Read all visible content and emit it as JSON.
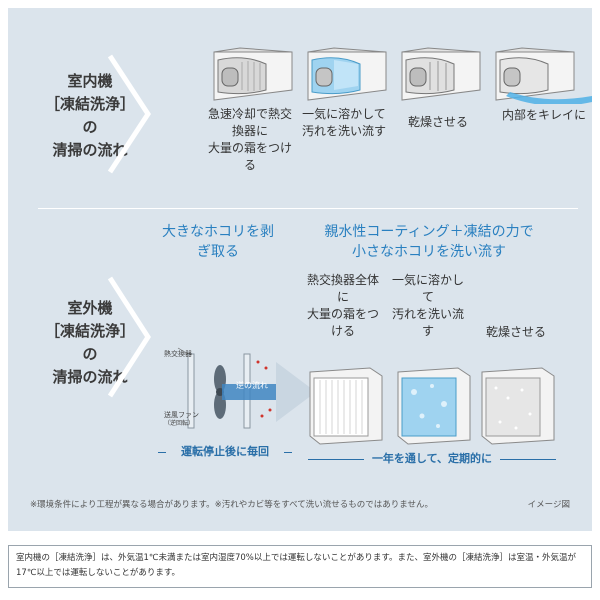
{
  "indoor": {
    "heading_lines": [
      "室内機",
      "［凍結洗浄］",
      "の",
      "清掃の流れ"
    ],
    "steps": [
      {
        "lines": [
          "急速冷却で熱交",
          "換器に",
          "大量の霜をつけ",
          "る"
        ]
      },
      {
        "lines": [
          "一気に溶かして",
          "汚れを洗い流す"
        ]
      },
      {
        "lines": [
          "乾燥させる"
        ]
      },
      {
        "lines": [
          "内部をキレイに"
        ]
      }
    ]
  },
  "outdoor": {
    "heading_lines": [
      "室外機",
      "［凍結洗浄］",
      "の",
      "清掃の流れ"
    ],
    "left_title_lines": [
      "大きなホコリを剥",
      "ぎ取る"
    ],
    "right_title_lines": [
      "親水性コーティング＋凍結の力で",
      "小さなホコリを洗い流す"
    ],
    "steps": [
      {
        "lines": [
          "熱交換器全体",
          "に",
          "大量の霜をつ",
          "ける"
        ]
      },
      {
        "lines": [
          "一気に溶かし",
          "て",
          "汚れを洗い流",
          "す"
        ]
      },
      {
        "lines": [
          "乾燥させる"
        ]
      }
    ],
    "diagram_labels": {
      "heat_exchanger": "熱交換器",
      "fan": "送風ファン",
      "fan_note": "（逆回転）",
      "flow": "逆の流れ"
    },
    "left_band_label": "運転停止後に毎回",
    "right_band_label": "一年を通して、定期的に"
  },
  "note": "※環境条件により工程が異なる場合があります。※汚れやカビ等をすべて洗い流せるものではありません。",
  "image_label": "イメージ図",
  "footer_text": "室内機の［凍結洗浄］は、外気温1℃未満または室内湿度70%以上では運転しないことがあります。また、室外機の［凍結洗浄］は室温・外気温が17℃以上では運転しないことがあります。",
  "colors": {
    "panel": "#dbe4ec",
    "accent_blue": "#2a80c0",
    "band_blue": "#2a6fa8",
    "frost_blue": "#8ec8ec"
  }
}
